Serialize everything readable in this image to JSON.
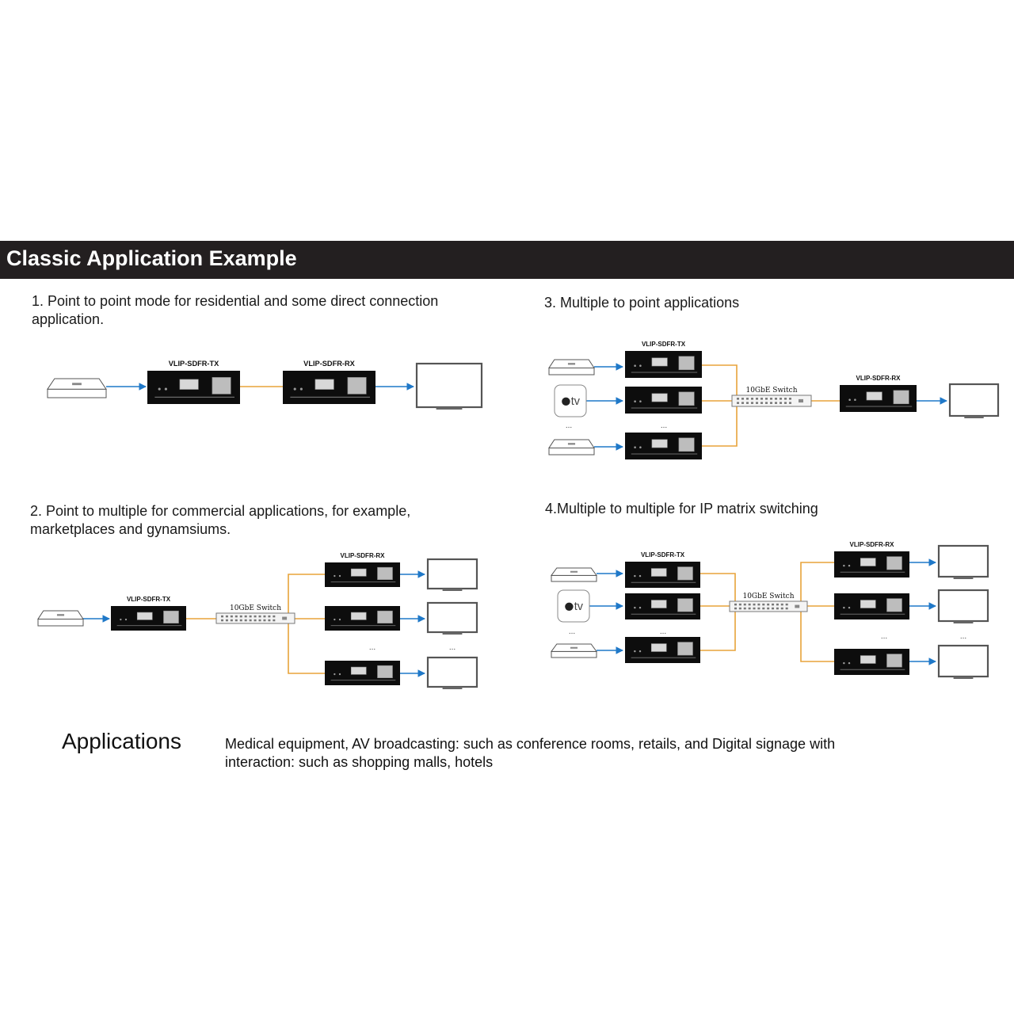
{
  "header": {
    "title": "Classic Application Example"
  },
  "sections": [
    {
      "caption": "1. Point to point mode for residential and some direct connection application."
    },
    {
      "caption": "2. Point to multiple for commercial applications, for example, marketplaces and gynamsiums."
    },
    {
      "caption": "3. Multiple to point applications"
    },
    {
      "caption": "4.Multiple to multiple for IP matrix switching"
    }
  ],
  "devices": {
    "tx_label": "VLIP-SDFR-TX",
    "rx_label": "VLIP-SDFR-RX",
    "switch_label": "10GbE Switch",
    "ellipsis": "...",
    "appletv_label": "tv"
  },
  "colors": {
    "banner": "#231f20",
    "hdmi_link": "#1f78c8",
    "fiber_link": "#e8a33a",
    "device": "#0d0d0d"
  },
  "applications": {
    "title": "Applications",
    "text": "Medical equipment, AV broadcasting: such as conference rooms, retails, and Digital signage with interaction: such as shopping malls, hotels"
  }
}
